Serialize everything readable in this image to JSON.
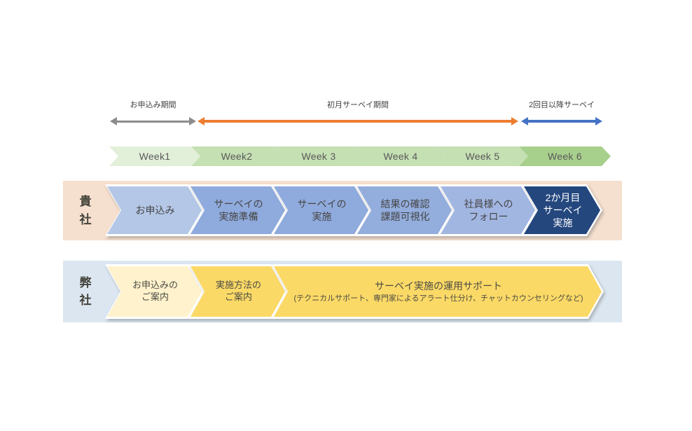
{
  "timeline": {
    "phases": [
      {
        "name": "application-period",
        "label": "お申込み期間",
        "color": "#8c8c8c"
      },
      {
        "name": "first-month-survey-period",
        "label": "初月サーベイ期間",
        "color": "#ed7d31"
      },
      {
        "name": "second-and-later-survey",
        "label": "2回目以降サーベイ",
        "color": "#4472c4"
      }
    ]
  },
  "weeks": [
    {
      "label": "Week1",
      "color": "#e2efd9"
    },
    {
      "label": "Week2",
      "color": "#c5e0b3"
    },
    {
      "label": "Week 3",
      "color": "#c5e0b3"
    },
    {
      "label": "Week 4",
      "color": "#c5e0b3"
    },
    {
      "label": "Week 5",
      "color": "#c5e0b3"
    },
    {
      "label": "Week 6",
      "color": "#a8d08d"
    }
  ],
  "your_company": {
    "label": "貴\n社",
    "band_color": "#f5dfce",
    "steps": [
      {
        "label": "お申込み",
        "color": "#b4c7e7",
        "text_color": "#454545"
      },
      {
        "label": "サーベイの\n実施準備",
        "color": "#8faadc",
        "text_color": "#454545"
      },
      {
        "label": "サーベイの\n実施",
        "color": "#8faadc",
        "text_color": "#454545"
      },
      {
        "label": "結果の確認\n課題可視化",
        "color": "#93addd",
        "text_color": "#454545"
      },
      {
        "label": "社員様への\nフォロー",
        "color": "#a2b6e2",
        "text_color": "#454545"
      },
      {
        "label": "2か月目\nサーベイ\n実施",
        "color": "#24477e",
        "text_color": "#ffffff"
      }
    ]
  },
  "our_company": {
    "label": "弊\n社",
    "band_color": "#dbe6f1",
    "steps": [
      {
        "label": "お申込みの\nご案内",
        "color": "#fff2cc",
        "text_color": "#4c4c45"
      },
      {
        "label": "実施方法の\nご案内",
        "color": "#fbd966",
        "text_color": "#4c4c45"
      }
    ],
    "support_step": {
      "title": "サーベイ実施の運用サポート",
      "subtitle": "(テクニカルサポート、専門家によるアラート仕分け、チャットカウンセリングなど)",
      "color": "#fbd966"
    }
  }
}
